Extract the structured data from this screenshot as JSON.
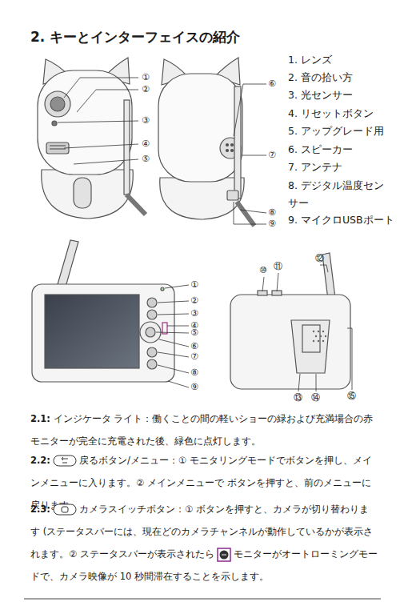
{
  "diagram": {
    "title": "2. キーとインターフェイスの紹介",
    "labels": [
      "1. レンズ",
      "2. 音の拾い方",
      "3. 光センサー",
      "4. リセットボタン",
      "5. アップグレード用",
      "6. スピーカー",
      "7. アンテナ",
      "8. デジタル温度センサー",
      "9. マイクロUSBポート",
      "①",
      "②",
      "③",
      "④",
      "⑤",
      "⑥",
      "⑦",
      "⑧",
      "⑨",
      "①",
      "②",
      "③",
      "④",
      "⑤",
      "⑥",
      "⑦",
      "⑧",
      "⑨",
      "⑩",
      "⑪",
      "⑫",
      "⑬",
      "⑭",
      "⑮",
      "2.1:",
      "インジケータ ライト：働くことの間の軽いショーの緑および充満場合の赤モニターが完全に充電された後、緑色に点灯します。",
      "2.2:",
      "戻るボタン/メニュー：① モニタリングモードでボタンを押し、メインメニューに入ります。② メインメニューで ボタンを押すと、前のメニューに戻ります。",
      "2.3:",
      "カメラスイッチボタン：① ボタンを押すと、カメラが切り替わります (ステータスバーには、現在どのカメラチャンネルが動作しているかが表示されます。② ステータスバーが表示されたら",
      "モニターがオートローミングモードで、カメラ映像が 10 秒間滞在することを示します。"
    ]
  }
}
